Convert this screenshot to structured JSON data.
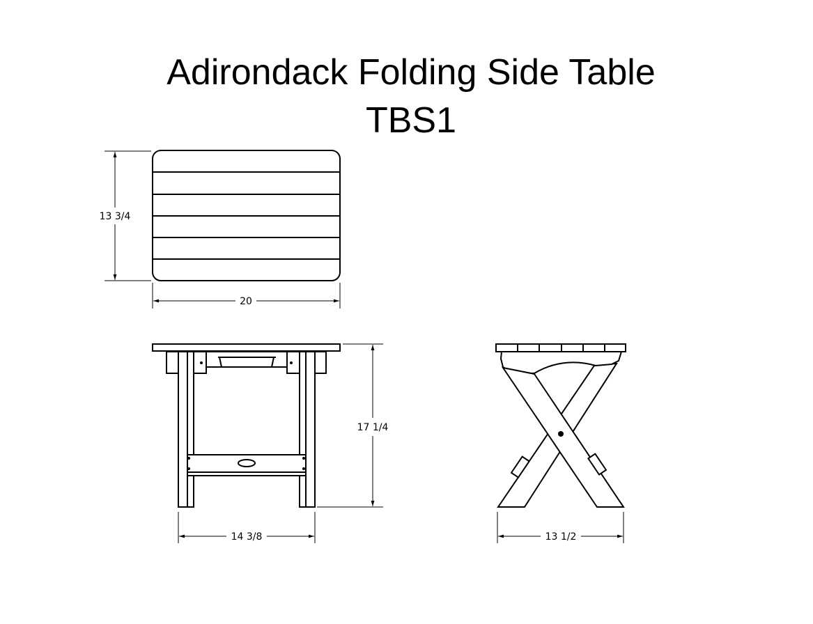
{
  "title": "Adirondack Folding Side Table",
  "model": "TBS1",
  "views": {
    "top": {
      "depth_label": "13 3/4",
      "width_label": "20"
    },
    "front": {
      "height_label": "17 1/4",
      "width_label": "14 3/8"
    },
    "side": {
      "width_label": "13 1/2"
    }
  }
}
